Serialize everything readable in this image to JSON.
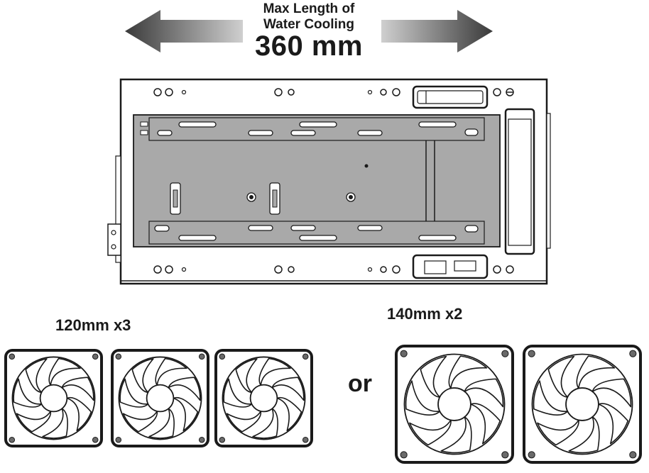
{
  "header": {
    "line1": "Max Length of",
    "line2": "Water Cooling",
    "length": "360 mm"
  },
  "option_a": {
    "label": "120mm x3",
    "fan_size_mm": 120,
    "fan_count": 3
  },
  "separator": "or",
  "option_b": {
    "label": "140mm x2",
    "fan_size_mm": 140,
    "fan_count": 2
  },
  "colors": {
    "arrow_gradient_light": "#cfcfcf",
    "arrow_gradient_dark": "#3a3a3a",
    "panel_gray": "#a9a9a9",
    "line": "#1a1a1a"
  }
}
